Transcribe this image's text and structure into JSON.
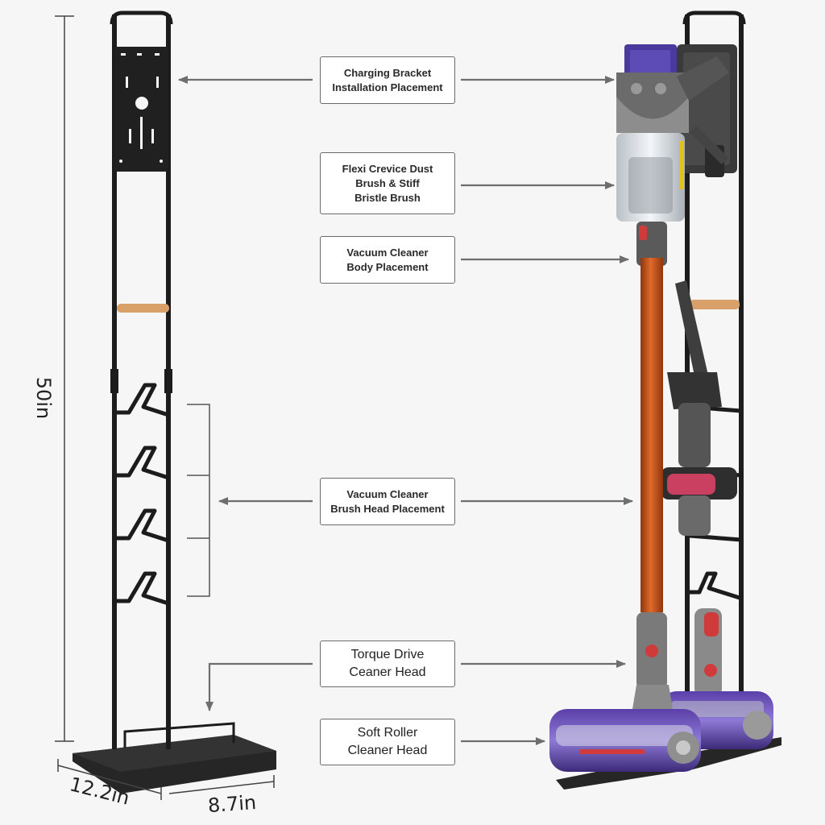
{
  "colors": {
    "background": "#f6f6f6",
    "frame": "#1c1c1c",
    "wood": "#d9a06a",
    "vacuum_wand": "#c8521c",
    "vacuum_accent": "#7a2c8f",
    "arrow": "#6e6e6e"
  },
  "labels": {
    "charging_bracket": [
      "Charging Bracket",
      "Installation Placement"
    ],
    "flexi_crevice": [
      "Flexi Crevice Dust",
      "Brush & Stiff",
      "Bristle Brush"
    ],
    "vacuum_body": [
      "Vacuum Cleaner",
      "Body Placement"
    ],
    "brush_head": [
      "Vacuum Cleaner",
      "Brush Head Placement"
    ],
    "torque_drive": [
      "Torque Drive",
      "Ceaner Head"
    ],
    "soft_roller": [
      "Soft Roller",
      "Cleaner Head"
    ]
  },
  "dimensions": {
    "height": "50in",
    "depth": "12.2in",
    "width": "8.7in"
  }
}
